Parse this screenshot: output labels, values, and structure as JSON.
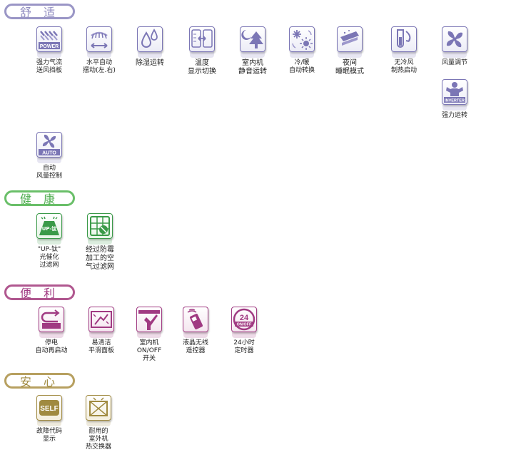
{
  "colors": {
    "comfort": "#9a96c6",
    "comfort_icon": "#7b76b5",
    "health": "#6abf69",
    "health_icon": "#3a9a48",
    "convenience": "#b0578f",
    "convenience_icon": "#a03a82",
    "safety": "#b7a060",
    "safety_icon": "#a08a40"
  },
  "sections": {
    "comfort": {
      "label": "舒 适"
    },
    "health": {
      "label": "健 康"
    },
    "convenience": {
      "label": "便 利"
    },
    "safety": {
      "label": "安 心"
    }
  },
  "features": {
    "power_louver": {
      "icon": "power-icon",
      "icon_text": "POWER",
      "caption": "强力气流\n送风挡板"
    },
    "horizontal_swing": {
      "icon": "swing-icon",
      "caption": "水平自动\n摆动(左.右)"
    },
    "dehumidify": {
      "icon": "water-drop-icon",
      "caption": "除湿运转"
    },
    "temp_display": {
      "icon": "thermometer-icon",
      "caption": "温度\n显示切换"
    },
    "quiet": {
      "icon": "moon-tree-icon",
      "caption": "室内机\n静音运转"
    },
    "cool_heat": {
      "icon": "snow-sun-icon",
      "caption": "冷/暖\n自动转换"
    },
    "night_sleep": {
      "icon": "night-bed-icon",
      "caption": "夜间\n睡眠模式"
    },
    "no_cold_air": {
      "icon": "hot-start-icon",
      "caption": "无冷风\n制热启动"
    },
    "fan_adjust": {
      "icon": "fan-icon",
      "caption": "风量调节"
    },
    "inverter": {
      "icon": "inverter-icon",
      "icon_text": "INVERTER",
      "caption": "强力运转"
    },
    "auto_fan": {
      "icon": "auto-fan-icon",
      "icon_text": "AUTO",
      "caption": "自动\n风量控制"
    },
    "photocatalyst": {
      "icon": "photocatalyst-filter-icon",
      "icon_text": "UP-钛",
      "caption": "\"UP-钛\"\n光催化\n过滤网"
    },
    "mold_filter": {
      "icon": "mold-filter-icon",
      "caption": "经过防霉\n加工的空\n气过滤网"
    },
    "auto_restart": {
      "icon": "power-restart-icon",
      "caption": "停电\n自动再启动"
    },
    "easy_clean": {
      "icon": "easy-clean-panel-icon",
      "caption": "易清洁\n平滑面板"
    },
    "indoor_switch": {
      "icon": "on-off-switch-icon",
      "caption": "室内机\nON/OFF\n开关"
    },
    "lcd_remote": {
      "icon": "remote-control-icon",
      "caption": "液晶无线\n遥控器"
    },
    "timer": {
      "icon": "timer-24h-icon",
      "icon_text": "24",
      "icon_sub": "ON/OFF",
      "caption": "24小时\n定时器"
    },
    "self_diagnosis": {
      "icon": "self-diagnosis-icon",
      "icon_text": "SELF",
      "caption": "故障代码\n显示"
    },
    "heat_exchanger": {
      "icon": "heat-exchanger-icon",
      "caption": "耐用的\n室外机\n热交换器"
    }
  }
}
